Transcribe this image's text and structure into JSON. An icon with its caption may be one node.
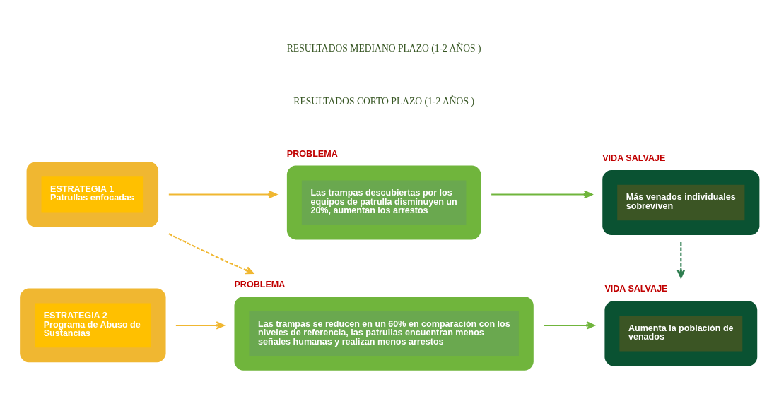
{
  "diagram": {
    "nodes": [
      {
        "text": [
          "ESTRATEGIA 1",
          "Patrullas enfocadas"
        ]
      },
      {
        "text": [
          "PROBLEMA",
          "Las trampas descubiertas por los equipos de patrulla disminuyen un 20%, aumentan los arrestos"
        ]
      },
      {
        "text": [
          "VIDA SALVAJE",
          "Más venados individuales sobreviven"
        ]
      },
      {
        "text": [
          "ESTRATEGIA 2",
          "Programa de Abuso de Sustancias"
        ]
      },
      {
        "text": [
          "PROBLEMA",
          "Las trampas se reducen en un 60% en comparación con los niveles de referencia, las patrullas encuentran menos señales humanas y realizan menos arrestos"
        ]
      },
      {
        "text": [
          "VIDA SALVAJE",
          "Aumenta la población de venados"
        ]
      }
    ],
    "edges": [
      {
        "from": 0,
        "to": 1,
        "arrow": "to",
        "color": "#f0b731"
      },
      {
        "from": 1,
        "to": 2,
        "arrow": "to",
        "color": "#70b53c"
      },
      {
        "from": 0,
        "to": 4,
        "arrow": "to",
        "style": "dashed",
        "color": "#f0b731"
      },
      {
        "from": 3,
        "to": 4,
        "arrow": "to",
        "color": "#f0b731"
      },
      {
        "from": 2,
        "to": 5,
        "arrow": "to",
        "style": "dashed",
        "color": "#2e7d4f"
      },
      {
        "from": 4,
        "to": 5,
        "arrow": "to",
        "color": "#70b53c"
      }
    ],
    "labels": [
      "RESULTADOS CORTO PLAZO (1-2 AÑOS )",
      "RESULTADOS MEDIANO PLAZO (1-2 AÑOS )"
    ]
  }
}
